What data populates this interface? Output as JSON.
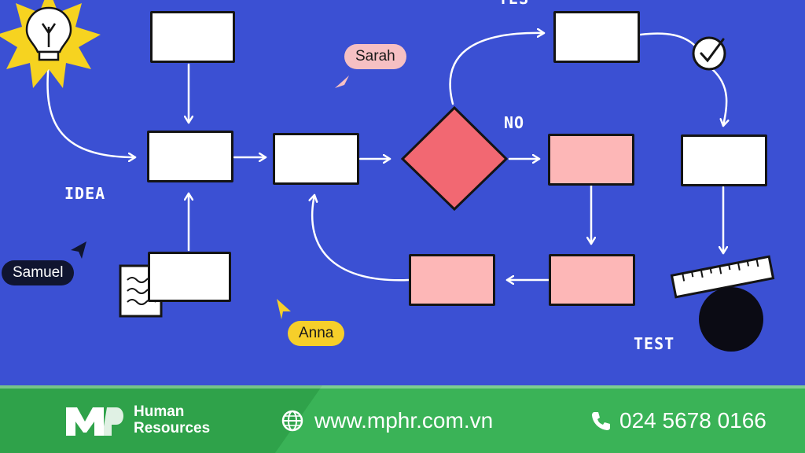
{
  "diagram": {
    "labels": {
      "idea": "IDEA",
      "yes": "YES",
      "no": "NO",
      "test": "TEST"
    },
    "cursors": {
      "sarah": "Sarah",
      "samuel": "Samuel",
      "anna": "Anna"
    },
    "colors": {
      "background": "#3b50d3",
      "decision": "#f26872",
      "pink_box": "#fdb7b7",
      "sun": "#f6d320"
    },
    "icons": [
      "lightbulb-icon",
      "check-circle-icon",
      "ruler-icon",
      "document-icon"
    ]
  },
  "footer": {
    "brand_line1": "Human",
    "brand_line2": "Resources",
    "website": "www.mphr.com.vn",
    "phone": "024 5678 0166",
    "colors": {
      "background": "#2fa24a"
    }
  }
}
